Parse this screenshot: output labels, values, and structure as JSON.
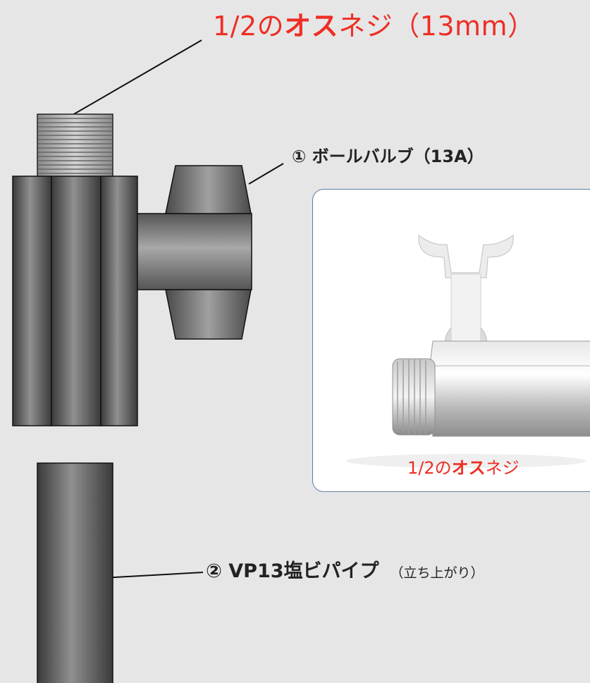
{
  "labels": {
    "thread": {
      "prefix": "1/2の",
      "emphasis": "オス",
      "suffix": "ネジ（13mm）"
    },
    "valve": "① ボールバルブ（13A）",
    "pipe": {
      "main": "② VP13塩ビパイプ",
      "note": "（立ち上がり）"
    }
  },
  "photo": {
    "caption": {
      "prefix": "1/2の",
      "emphasis": "オス",
      "suffix": "ネジ"
    }
  },
  "colors": {
    "background": "#e6e6e6",
    "accent_red": "#ee2e24",
    "card_border": "#5d7fa3"
  }
}
